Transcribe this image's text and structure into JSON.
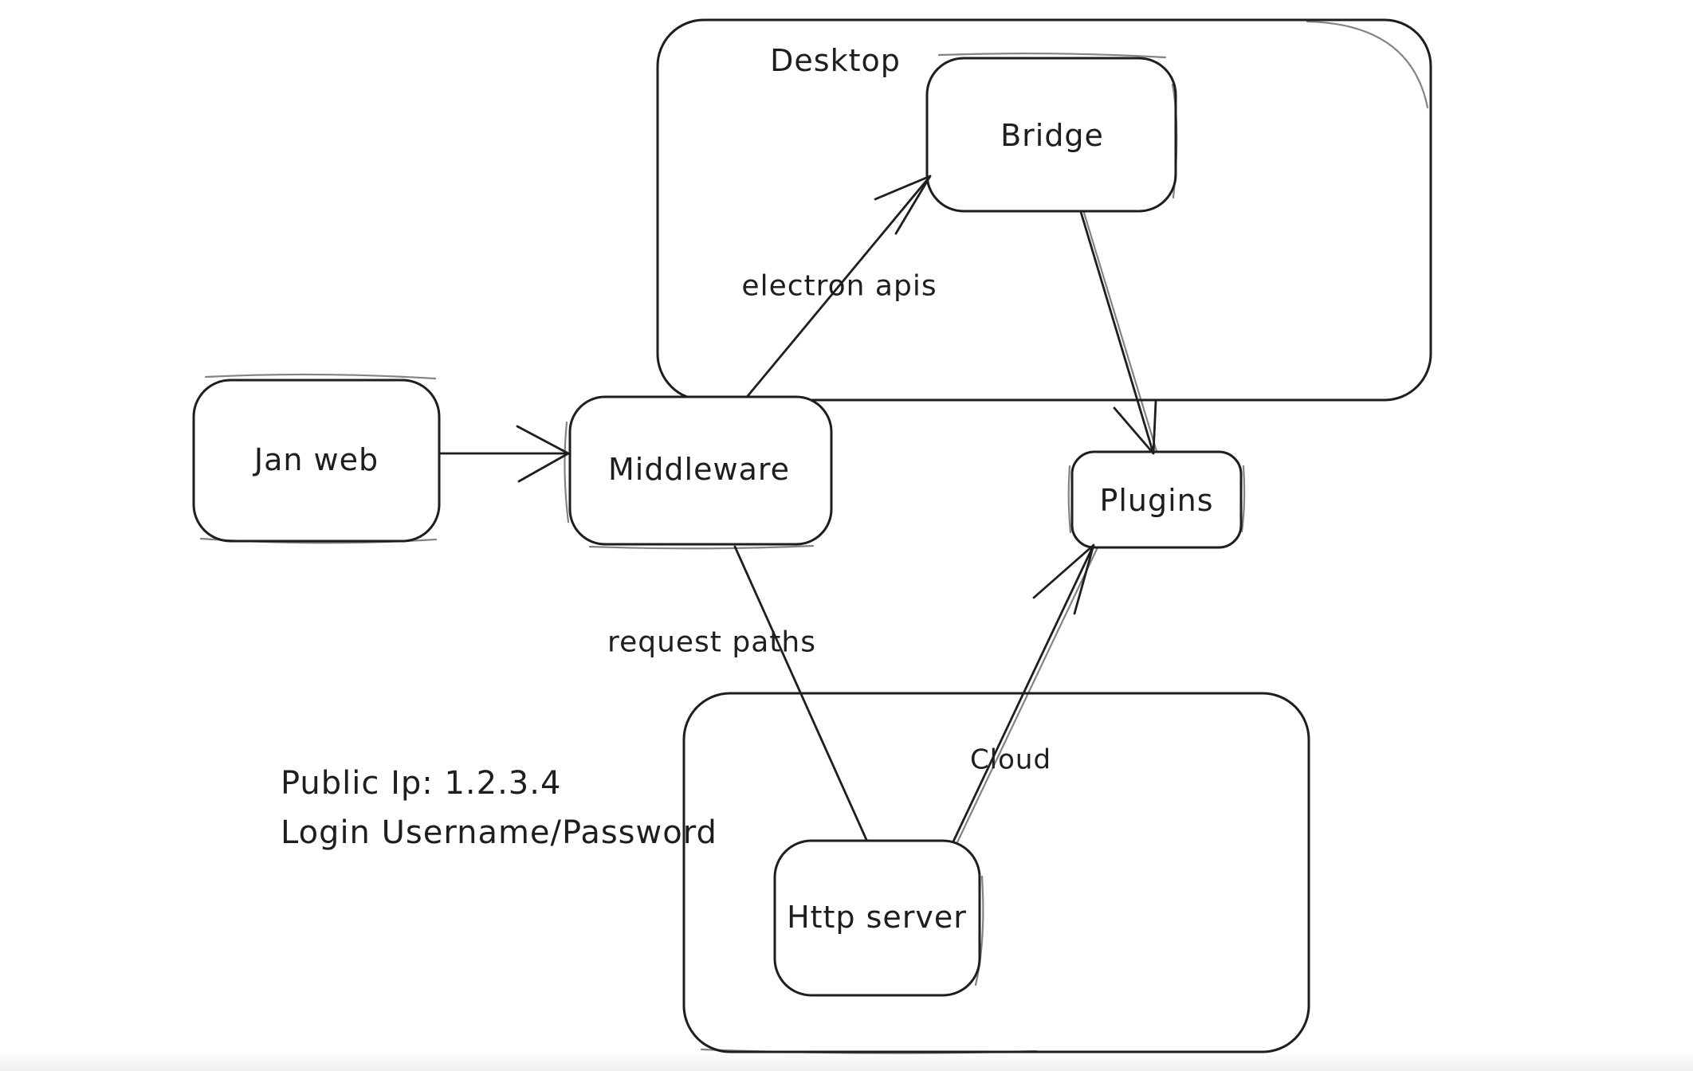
{
  "canvas": {
    "background": "#ffffff",
    "stroke_color": "#1e1e1e"
  },
  "containers": [
    {
      "id": "desktop",
      "label": "Desktop"
    },
    {
      "id": "cloud",
      "label": "Cloud"
    }
  ],
  "nodes": [
    {
      "id": "jan-web",
      "label": "Jan web"
    },
    {
      "id": "middleware",
      "label": "Middleware"
    },
    {
      "id": "bridge",
      "label": "Bridge"
    },
    {
      "id": "plugins",
      "label": "Plugins"
    },
    {
      "id": "http-server",
      "label": "Http server"
    }
  ],
  "edges": [
    {
      "from": "Jan web",
      "to": "Middleware",
      "label": ""
    },
    {
      "from": "Middleware",
      "to": "Bridge",
      "label": "electron apis"
    },
    {
      "from": "Bridge",
      "to": "Plugins",
      "label": ""
    },
    {
      "from": "Middleware",
      "to": "Http server",
      "label": "request paths"
    },
    {
      "from": "Http server",
      "to": "Plugins",
      "label": ""
    }
  ],
  "annotations": {
    "line1": "Public Ip: 1.2.3.4",
    "line2": "Login Username/Password"
  }
}
